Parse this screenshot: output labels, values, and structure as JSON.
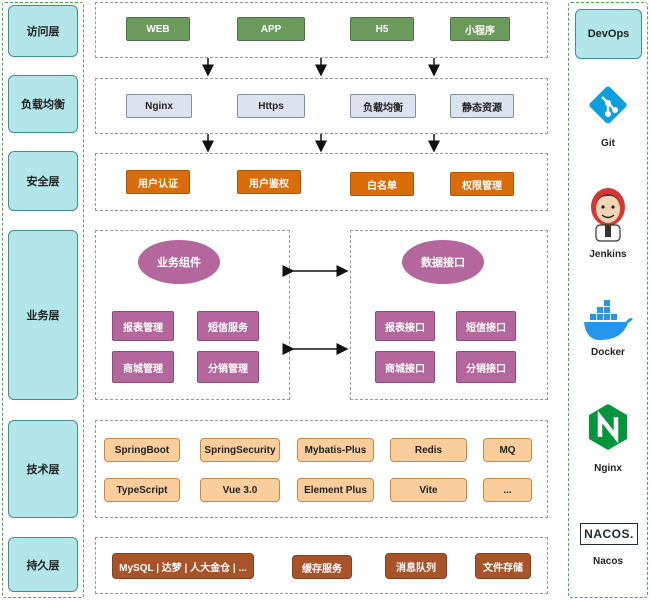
{
  "layers": {
    "access": "访问层",
    "load_balance": "负载均衡",
    "security": "安全层",
    "business": "业务层",
    "tech": "技术层",
    "persistence": "持久层"
  },
  "access_boxes": [
    "WEB",
    "APP",
    "H5",
    "小程序"
  ],
  "lb_boxes": [
    "Nginx",
    "Https",
    "负载均衡",
    "静态资源"
  ],
  "security_boxes": [
    "用户认证",
    "用户鉴权",
    "白名单",
    "权限管理"
  ],
  "business": {
    "components_title": "业务组件",
    "components": [
      "报表管理",
      "短信服务",
      "商城管理",
      "分销管理"
    ],
    "interface_title": "数据接口",
    "interfaces": [
      "报表接口",
      "短信接口",
      "商城接口",
      "分销接口"
    ]
  },
  "tech_row1": [
    "SpringBoot",
    "SpringSecurity",
    "Mybatis-Plus",
    "Redis",
    "MQ"
  ],
  "tech_row2": [
    "TypeScript",
    "Vue 3.0",
    "Element Plus",
    "Vite",
    "..."
  ],
  "persistence_boxes": [
    "MySQL | 达梦 | 人大金仓 | ...",
    "缓存服务",
    "消息队列",
    "文件存储"
  ],
  "devops": {
    "title": "DevOps",
    "tools": [
      {
        "name": "Git",
        "icon": "git-icon"
      },
      {
        "name": "Jenkins",
        "icon": "jenkins-icon"
      },
      {
        "name": "Docker",
        "icon": "docker-icon"
      },
      {
        "name": "Nginx",
        "icon": "nginx-icon"
      },
      {
        "name": "Nacos",
        "icon": "nacos-icon"
      }
    ],
    "nacos_logo_text": "NACOS."
  },
  "colors": {
    "label_bg": "#b2e6e9",
    "access_green": "#6a9a5c",
    "security_orange": "#d96d0c",
    "business_purple": "#b4679c",
    "tech_peach": "#f9ce9c",
    "persistence_brown": "#a9532b",
    "frame_green": "#3fae49"
  }
}
